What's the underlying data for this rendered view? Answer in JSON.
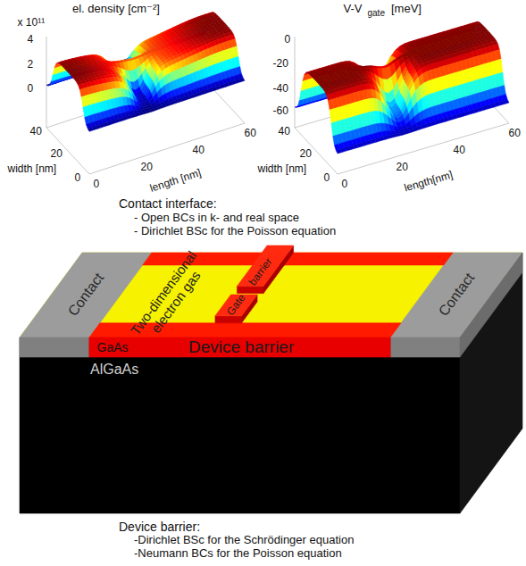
{
  "diagram": {
    "nodes": [
      {
        "text": [
          "Contact"
        ]
      },
      {
        "text": [
          "Two-dimensional electron gas"
        ]
      },
      {
        "text": [
          "barrier"
        ]
      },
      {
        "text": [
          "Gate"
        ]
      },
      {
        "text": [
          "Contact"
        ]
      },
      {
        "text": [
          "Device barrier"
        ]
      },
      {
        "text": [
          "AlGaAs"
        ]
      }
    ],
    "labels": [
      "el. density [cm⁻²]",
      "x 10¹¹",
      "4",
      "2",
      "0",
      "40",
      "20",
      "0",
      "width [nm]",
      "0",
      "20",
      "40",
      "60",
      "length [nm]",
      "V-V",
      "gate",
      "[meV]",
      "0",
      "-20",
      "-40",
      "-60",
      "40",
      "20",
      "0",
      "width [nm]",
      "0",
      "20",
      "40",
      "60",
      "length[nm]",
      "Contact interface:",
      "- Open BCs in k- and real space",
      "- Dirichlet BSc for the Poisson equation",
      "GaAs",
      "Device barrier:",
      "-Dirichlet BSc for the Schrödinger equation",
      "-Neumann BCs for the Poisson equation"
    ]
  }
}
